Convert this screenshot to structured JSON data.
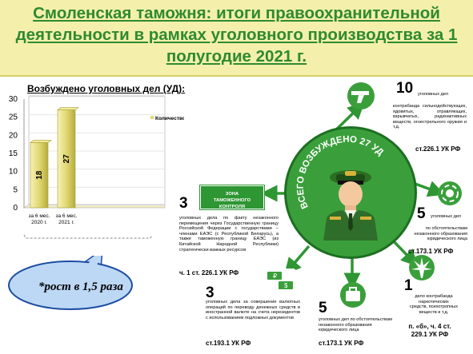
{
  "header": {
    "title": "Смоленская таможня: итоги правоохранительной деятельности в рамках уголовного производства за 1 полугодие 2021 г."
  },
  "chart_title": "Возбуждено уголовных дел (УД):",
  "chart_data": {
    "type": "bar",
    "categories": [
      "за 6 мес. 2020 г.",
      "за 6 мес. 2021 г."
    ],
    "series": [
      {
        "name": "Количество УД",
        "values": [
          18,
          27
        ]
      }
    ],
    "yticks": [
      0,
      5,
      10,
      15,
      20,
      25,
      30
    ],
    "ylim": [
      0,
      30
    ],
    "bar_color": "#e1d872",
    "legend_position": "top-right"
  },
  "callout": "*рост в 1,5 раза",
  "center": {
    "label": "ВСЕГО ВОЗБУЖДЕНО 27 УД"
  },
  "items": {
    "weapons": {
      "count": "10",
      "head": "уголовных дел",
      "text": "контрабанда сильнодействующих, ядовитых, отравляющих, взрывчатых, радиоактивных веществ, огнестрельного оружия и т.д.",
      "article": "ст.226.1 УК РФ"
    },
    "customs_zone": {
      "count": "3",
      "badge": "ЗОНА ТАМОЖЕННОГО КОНТРОЛЯ",
      "text": "уголовных дела по факту незаконного перемещения через Государственную границу Российской Федерации с государствами – членами ЕАЭС (с Республикой Беларусь), а также таможенную границу ЕАЭС (из Китайской Народной Республики) стратегически важных ресурсов",
      "article": "ч. 1 ст. 226.1 УК РФ"
    },
    "currency": {
      "count": "3",
      "text": "уголовных дела за совершение валютных операций по переводу денежных средств в иностранной валюте на счета нерезидентов с использованием подложных документов",
      "article": "ст.193.1 УК РФ"
    },
    "legal_entity_left": {
      "count": "5",
      "text": "уголовных дел по обстоятельствам незаконного образования юридического лица",
      "article": "ст.173.1 УК РФ"
    },
    "legal_entity_right": {
      "count": "5",
      "head": "уголовных дел",
      "text": "по обстоятельствам незаконного образования юридического лица",
      "article": "ст.173.1 УК РФ"
    },
    "drugs": {
      "count": "1",
      "text": "дело контрабанда наркотических средств, психотропных веществ и т.д.",
      "article": "п. «б», ч. 4 ст. 229.1 УК РФ"
    }
  },
  "colors": {
    "green": "#3a9f3b",
    "dark_green": "#1d6f21",
    "header_bg": "#f4efab",
    "title_text": "#2e8a30"
  },
  "icons": [
    "gun-icon",
    "hazard-icon",
    "cannabis-icon",
    "briefcase-icon",
    "money-icon",
    "customs-officer-icon"
  ]
}
